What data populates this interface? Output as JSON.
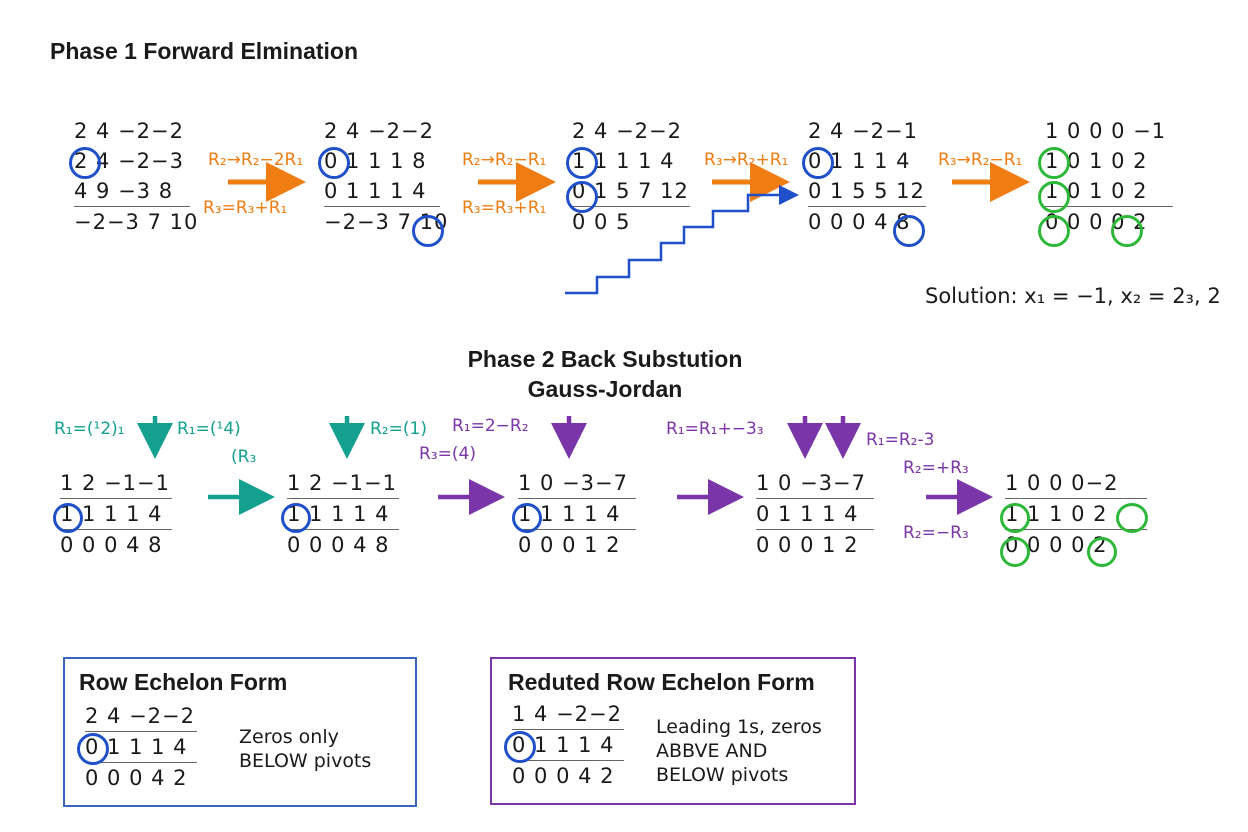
{
  "phase1": {
    "title": "Phase 1 Forward Elmination",
    "matrices": [
      {
        "rows": [
          "2 4 −2−2",
          "2 4 −2−3",
          "4 9 −3 8",
          "−2−3 7 10"
        ]
      },
      {
        "rows": [
          "2 4 −2−2",
          "0 1 1 1 8",
          "0 1 1 1 4",
          "−2−3 7 10"
        ]
      },
      {
        "rows": [
          "2 4 −2−2",
          "1 1 1 1 4",
          "0 1 5 7 12",
          "0 0 5"
        ]
      },
      {
        "rows": [
          "2 4 −2−1",
          "0 1 1 1 4",
          "0 1 5 5 12",
          "0 0 0 4 8"
        ]
      },
      {
        "rows": [
          "1 0 0 0 −1",
          "1 0 1 0 2",
          "1 0 1 0 2",
          "0 0 0 0 2"
        ]
      }
    ],
    "ops": [
      "R₂→R₂−2R₁",
      "R₃=R₃+R₁",
      "R₂→R₂−R₁",
      "R₃=R₃+R₁",
      "R₃→R₂+R₁",
      "R₃→R₂−R₁"
    ],
    "solution": "Solution: x₁ = −1, x₂ = 2₃, 2"
  },
  "phase2": {
    "title_line1": "Phase 2 Back Substution",
    "title_line2": "Gauss-Jordan",
    "matrices": [
      {
        "rows": [
          "1 2 −1−1",
          "1 1 1 1 4",
          "0 0 0 4 8"
        ]
      },
      {
        "rows": [
          "1 2 −1−1",
          "1 1 1 1 4",
          "0 0 0 4 8"
        ]
      },
      {
        "rows": [
          "1 0 −3−7",
          "1 1 1 1 4",
          "0 0 0 1 2"
        ]
      },
      {
        "rows": [
          "1 0 −3−7",
          "0 1 1 1 4",
          "0 0 0 1 2"
        ]
      },
      {
        "rows": [
          "1 0 0 0−2",
          "1 1 1 0 2",
          "0 0 0 0 2"
        ]
      }
    ],
    "ops": [
      "R₁=(¹2)₁",
      "R₁=(¹4)",
      "(R₃",
      "R₂=(1)",
      "R₁=2−R₂",
      "R₃=(4)",
      "R₁=R₁+−3₃",
      "R₁=R₂-3",
      "R₂=+R₃",
      "R₂=−R₃"
    ]
  },
  "ref_box": {
    "title": "Row Echelon Form",
    "rows": [
      "2 4 −2−2",
      "0 1 1 1 4",
      "0 0 0 4 2"
    ],
    "note_line1": "Zeros only",
    "note_line2": "BELOW pivots"
  },
  "rref_box": {
    "title": "Reduted Row Echelon Form",
    "rows": [
      "1 4 −2−2",
      "0 1 1 1 4",
      "0 0 0 4 2"
    ],
    "note_line1": "Leading 1s, zeros",
    "note_line2": "ABBVE AND",
    "note_line3": "BELOW pivots"
  },
  "colors": {
    "orange": "#ef7d12",
    "teal": "#14a08f",
    "purple": "#7a35a8",
    "pivot_blue": "#1f4fc9",
    "pivot_green": "#2db83a",
    "ref_border": "#3b63c4",
    "rref_border": "#7a35a8"
  }
}
